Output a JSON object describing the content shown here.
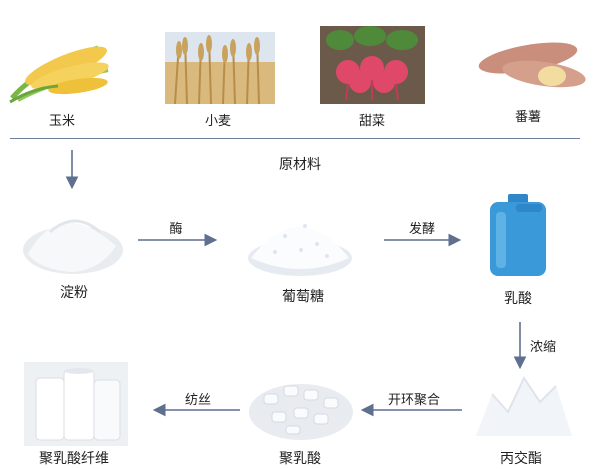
{
  "raw_materials": [
    {
      "label": "玉米"
    },
    {
      "label": "小麦"
    },
    {
      "label": "甜菜"
    },
    {
      "label": "番薯"
    }
  ],
  "section_title": "原材料",
  "nodes": {
    "starch": "淀粉",
    "glucose": "葡萄糖",
    "lactic_acid": "乳酸",
    "lactide": "丙交酯",
    "pla": "聚乳酸",
    "pla_fiber": "聚乳酸纤维"
  },
  "steps": {
    "enzyme": "酶",
    "fermentation": "发酵",
    "concentration": "浓缩",
    "ring_opening": "开环聚合",
    "spinning": "纺丝"
  },
  "colors": {
    "arrow": "#5e6f8f",
    "divider": "#6f7f99"
  }
}
